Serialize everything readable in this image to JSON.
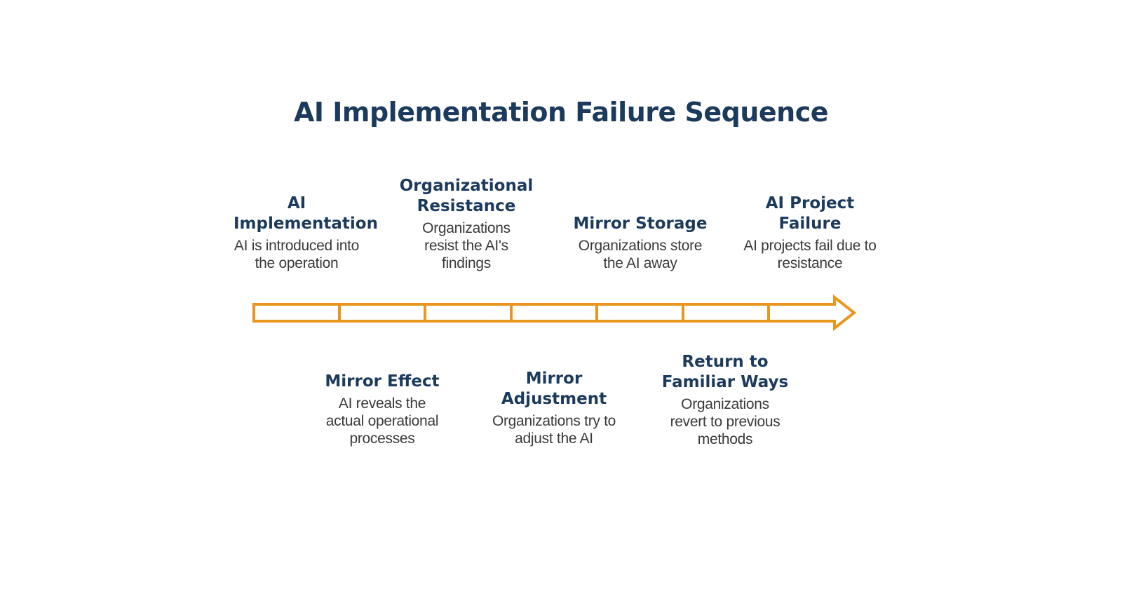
{
  "title": "AI Implementation Failure Sequence",
  "colors": {
    "title": "#1b3a5c",
    "text": "#3a3a3a",
    "arrow": "#e8961e"
  },
  "stages": [
    {
      "title": "AI Implementation",
      "description": "AI is introduced into the operation",
      "position": "top"
    },
    {
      "title": "Mirror Effect",
      "description": "AI reveals the actual operational processes",
      "position": "bottom"
    },
    {
      "title": "Organizational Resistance",
      "description": "Organizations resist the AI's findings",
      "position": "top"
    },
    {
      "title": "Mirror Adjustment",
      "description": "Organizations try to adjust the AI",
      "position": "bottom"
    },
    {
      "title": "Mirror Storage",
      "description": "Organizations store the AI away",
      "position": "top"
    },
    {
      "title": "Return to Familiar Ways",
      "description": "Organizations revert to previous methods",
      "position": "bottom"
    },
    {
      "title": "AI Project Failure",
      "description": "AI projects fail due to resistance",
      "position": "top"
    }
  ]
}
